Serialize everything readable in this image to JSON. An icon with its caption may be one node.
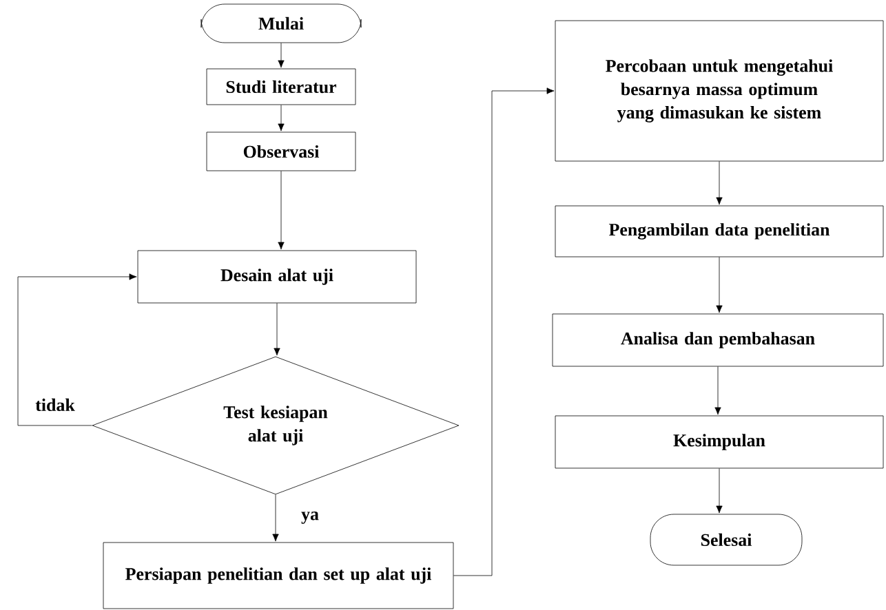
{
  "diagram": {
    "nodes": [
      {
        "text": [
          "Mulai"
        ]
      },
      {
        "text": [
          "Studi literatur"
        ]
      },
      {
        "text": [
          "Observasi"
        ]
      },
      {
        "text": [
          "Desain alat uji"
        ]
      },
      {
        "text": [
          "Test kesiapan alat uji"
        ]
      },
      {
        "text": [
          "Persiapan penelitian dan set up alat uji"
        ]
      },
      {
        "text": [
          "Percobaan untuk mengetahui besarnya massa optimum yang dimasukan ke sistem"
        ]
      },
      {
        "text": [
          "Pengambilan data penelitian"
        ]
      },
      {
        "text": [
          "Analisa dan pembahasan"
        ]
      },
      {
        "text": [
          "Kesimpulan"
        ]
      },
      {
        "text": [
          "Selesai"
        ]
      }
    ],
    "edges": [
      {
        "from": 0,
        "to": 1,
        "arrow": "to"
      },
      {
        "from": 1,
        "to": 2,
        "arrow": "to"
      },
      {
        "from": 2,
        "to": 3,
        "arrow": "to"
      },
      {
        "from": 3,
        "to": 4,
        "arrow": "to"
      },
      {
        "from": 4,
        "to": 5,
        "arrow": "to",
        "label": "ya"
      },
      {
        "from": 4,
        "to": 3,
        "arrow": "to",
        "label": "tidak"
      },
      {
        "from": 5,
        "to": 6,
        "arrow": "to"
      },
      {
        "from": 6,
        "to": 7,
        "arrow": "to"
      },
      {
        "from": 7,
        "to": 8,
        "arrow": "to"
      },
      {
        "from": 8,
        "to": 9,
        "arrow": "to"
      },
      {
        "from": 9,
        "to": 10,
        "arrow": "to"
      }
    ]
  }
}
